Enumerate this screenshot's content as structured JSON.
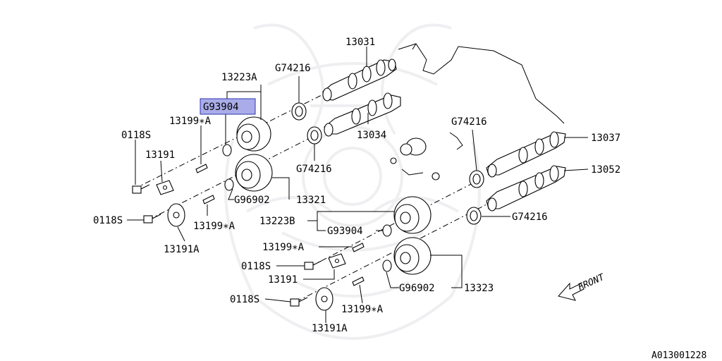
{
  "diagram_code": "A013001228",
  "front_label": "FRONT",
  "labels": {
    "p13031": "13031",
    "p13223A": "13223A",
    "pG74216_top": "G74216",
    "pG93904_sel": "G93904",
    "p13199A_1": "13199∗A",
    "p0118S_1": "0118S",
    "p13191_1": "13191",
    "p13034": "13034",
    "pG74216_mid": "G74216",
    "pG74216_right": "G74216",
    "p13037": "13037",
    "p13052": "13052",
    "pG96902_1": "G96902",
    "p13321": "13321",
    "p0118S_2": "0118S",
    "p13199A_2": "13199∗A",
    "p13191A_1": "13191A",
    "p13223B": "13223B",
    "pG74216_low": "G74216",
    "pG93904_2": "G93904",
    "p13199A_3": "13199∗A",
    "p0118S_3": "0118S",
    "p13191_2": "13191",
    "pG96902_2": "G96902",
    "p13323": "13323",
    "p0118S_4": "0118S",
    "p13199A_4": "13199∗A",
    "p13191A_2": "13191A"
  },
  "colors": {
    "selected_fill": "#a9ace8",
    "selected_border": "#2f36b0",
    "watermark": "#efeff2"
  }
}
